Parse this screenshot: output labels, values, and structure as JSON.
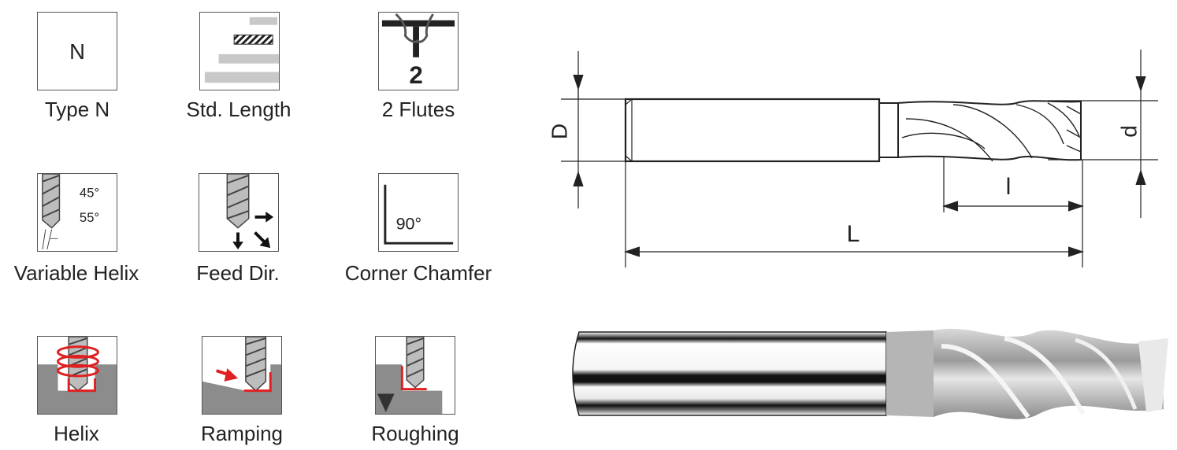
{
  "icons": [
    {
      "caption": "Type N",
      "label": "N"
    },
    {
      "caption": "Std. Length"
    },
    {
      "caption": "2 Flutes",
      "label": "2"
    },
    {
      "caption": "Variable Helix",
      "angle1": "45°",
      "angle2": "55°"
    },
    {
      "caption": "Feed Dir."
    },
    {
      "caption": "Corner Chamfer",
      "label": "90°"
    },
    {
      "caption": "Helix"
    },
    {
      "caption": "Ramping"
    },
    {
      "caption": "Roughing"
    }
  ],
  "drawing": {
    "dim_D": "D",
    "dim_d": "d",
    "dim_l": "l",
    "dim_L": "L"
  },
  "colors": {
    "accent_red": "#e02020",
    "line": "#222222",
    "gray_fill": "#8c8c8c"
  }
}
